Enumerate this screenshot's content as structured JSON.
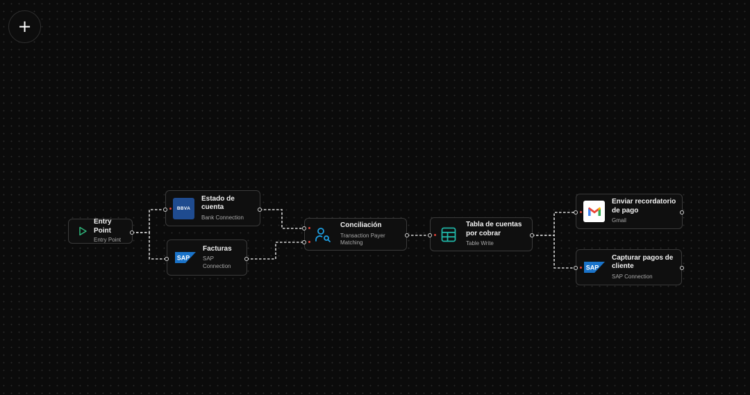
{
  "toolbar": {
    "add_icon": "plus-icon",
    "add_glyph": "+"
  },
  "nodes": {
    "entry": {
      "title": "Entry Point",
      "subtitle": "Entry Point",
      "icon": "play-icon",
      "color": "#2fb67c"
    },
    "estado": {
      "title": "Estado de cuenta",
      "subtitle": "Bank Connection",
      "icon": "bbva-logo",
      "logo_text": "BBVA",
      "color": "#1f4b8f"
    },
    "facturas": {
      "title": "Facturas",
      "subtitle": "SAP Connection",
      "icon": "sap-logo",
      "logo_text": "SAP",
      "color": "#1a73c9"
    },
    "conciliacion": {
      "title": "Conciliación",
      "subtitle": "Transaction Payer Matching",
      "icon": "user-search-icon",
      "color": "#1e9fe3"
    },
    "tabla": {
      "title": "Tabla de cuentas por cobrar",
      "subtitle": "Table Write",
      "icon": "table-icon",
      "color": "#20b7a8"
    },
    "enviar": {
      "title": "Enviar recordatorio de pago",
      "subtitle": "Gmail",
      "icon": "gmail-logo"
    },
    "capturar": {
      "title": "Capturar pagos de cliente",
      "subtitle": "SAP Connection",
      "icon": "sap-logo",
      "logo_text": "SAP",
      "color": "#1a73c9"
    }
  },
  "colors": {
    "edge": "#d8d8d8",
    "port_dot": "#e0453a",
    "node_border": "#3a3a3a",
    "background": "#0b0b0b"
  }
}
